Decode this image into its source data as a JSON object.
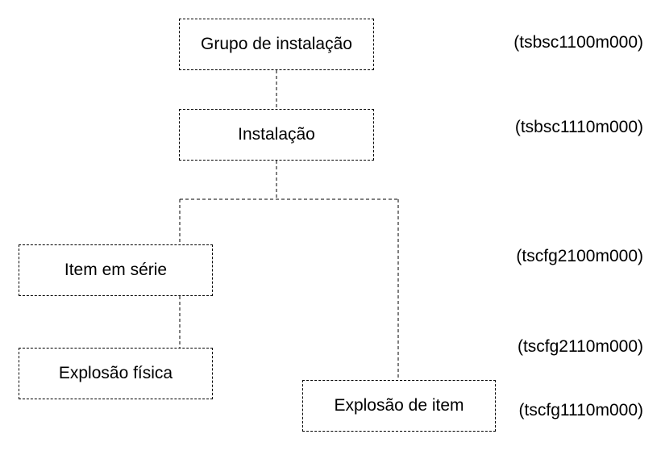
{
  "diagram": {
    "nodes": {
      "grupo_instalacao": "Grupo de instalação",
      "instalacao": "Instalação",
      "item_em_serie": "Item em série",
      "explosao_fisica": "Explosão física",
      "explosao_de_item": "Explosão de item"
    },
    "codes": [
      "(tsbsc1100m000)",
      "(tsbsc1110m000)",
      "(tscfg2100m000)",
      "(tscfg2110m000)",
      "(tscfg1110m000)"
    ]
  }
}
